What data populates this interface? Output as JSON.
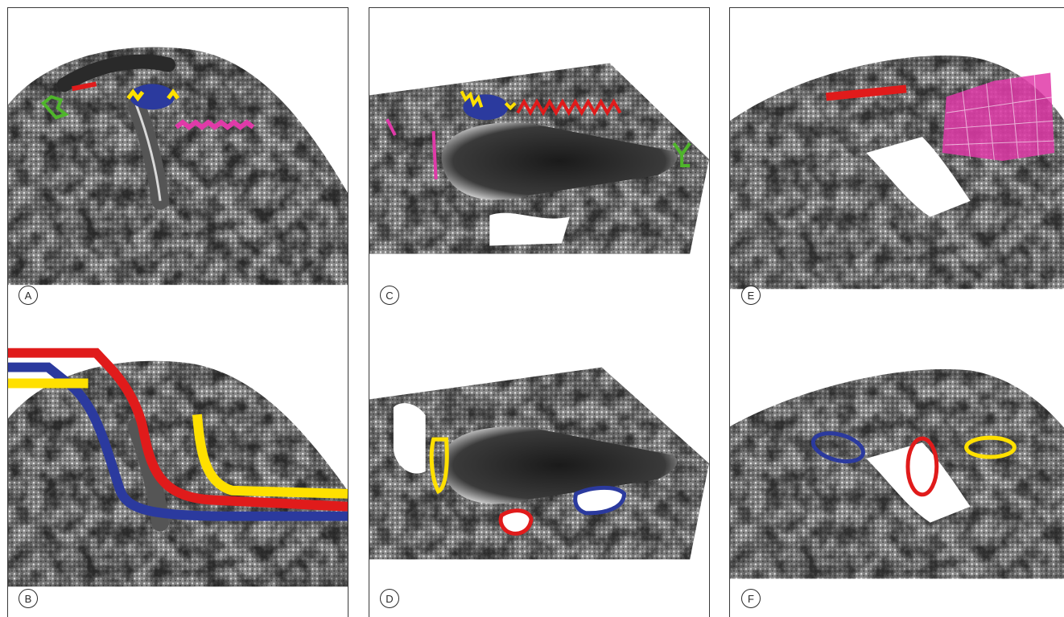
{
  "panels": [
    {
      "label": "A"
    },
    {
      "label": "B"
    },
    {
      "label": "C"
    },
    {
      "label": "D"
    },
    {
      "label": "E"
    },
    {
      "label": "F"
    }
  ],
  "colors": {
    "red": "#e01b1b",
    "blue": "#2b3a9e",
    "yellow": "#ffe000",
    "green": "#4fb52b",
    "magenta": "#e03aa8",
    "tissue_dark": "#2a2a2a",
    "tissue_light": "#bdbdbd"
  }
}
